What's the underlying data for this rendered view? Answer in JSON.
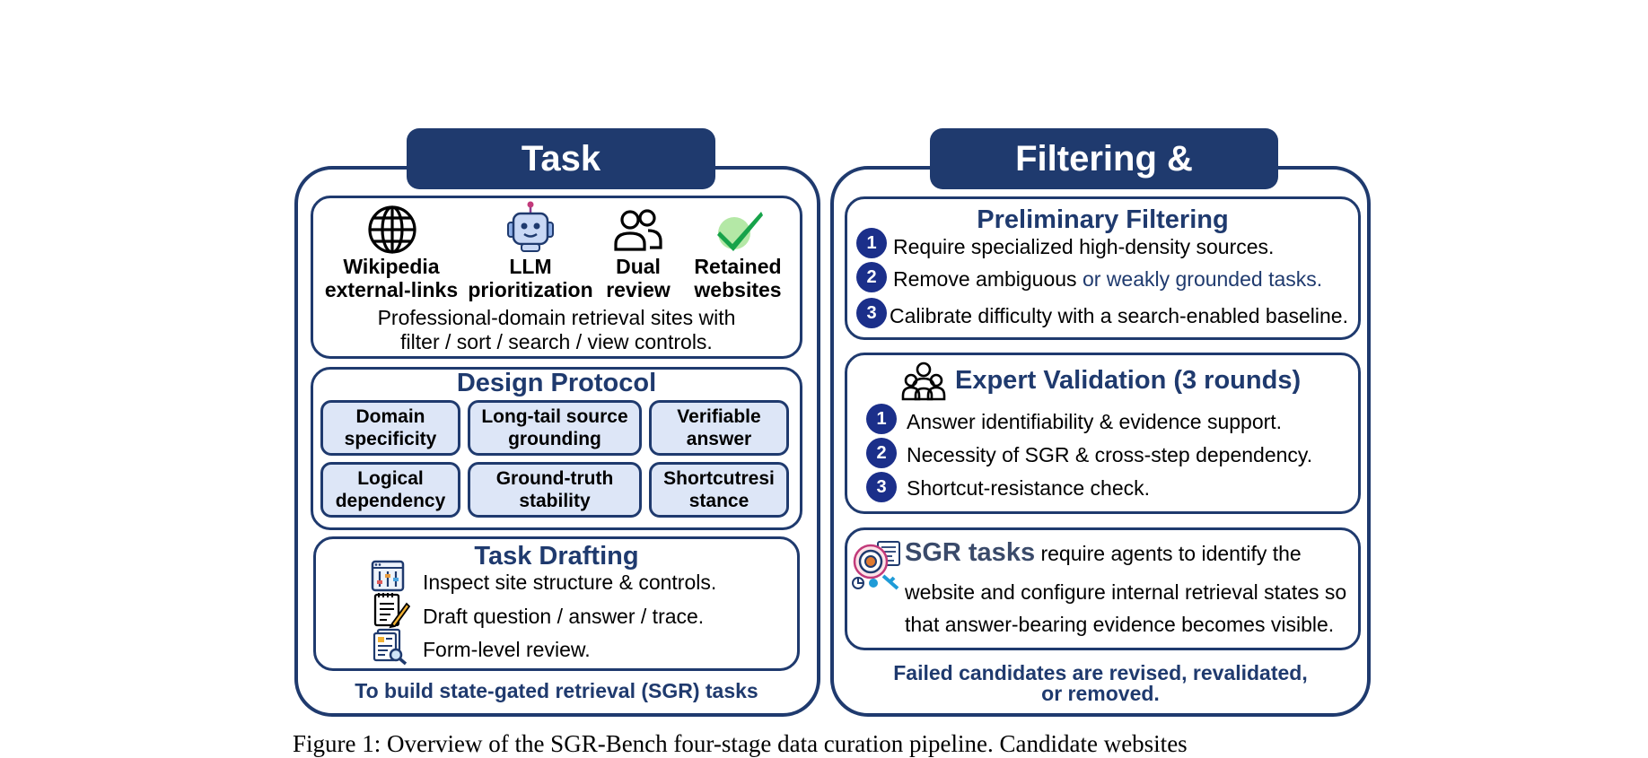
{
  "task_construction": {
    "title": "Task Construction",
    "sources": [
      {
        "icon": "globe-icon",
        "line1": "Wikipedia",
        "line2": "external-links"
      },
      {
        "icon": "robot-icon",
        "line1": "LLM",
        "line2": "prioritization"
      },
      {
        "icon": "people-icon",
        "line1": "Dual",
        "line2": "review"
      },
      {
        "icon": "checkmark-icon",
        "line1": "Retained",
        "line2": "websites"
      }
    ],
    "sources_desc_line1": "Professional-domain retrieval sites with",
    "sources_desc_line2": "filter / sort / search / view controls.",
    "design_protocol": {
      "title": "Design Protocol",
      "chips": [
        {
          "line1": "Domain",
          "line2": "specificity"
        },
        {
          "line1": "Long-tail source",
          "line2": "grounding"
        },
        {
          "line1": "Verifiable",
          "line2": "answer"
        },
        {
          "line1": "Logical",
          "line2": "dependency"
        },
        {
          "line1": "Ground-truth",
          "line2": "stability"
        },
        {
          "line1": "Shortcutresi",
          "line2": "stance"
        }
      ]
    },
    "task_drafting": {
      "title": "Task Drafting",
      "steps": [
        {
          "icon": "controls-panel-icon",
          "text": "Inspect site structure & controls."
        },
        {
          "icon": "notepad-pencil-icon",
          "text": "Draft question / answer / trace."
        },
        {
          "icon": "document-magnifier-icon",
          "text": "Form-level review."
        }
      ]
    },
    "footer": "To build state-gated retrieval (SGR) tasks"
  },
  "filtering_validation": {
    "title": "Filtering & Validation",
    "preliminary": {
      "title": "Preliminary Filtering",
      "items": [
        {
          "num": "1",
          "text": "Require specialized high-density sources.",
          "highlight": ""
        },
        {
          "num": "2",
          "text": "Remove ambiguous ",
          "highlight": "or weakly grounded tasks."
        },
        {
          "num": "3",
          "text": "Calibrate difficulty with a search-enabled baseline.",
          "highlight": ""
        }
      ]
    },
    "expert": {
      "title": "Expert Validation (3 rounds)",
      "items": [
        {
          "num": "1",
          "text": "Answer identifiability & evidence support."
        },
        {
          "num": "2",
          "text": "Necessity of SGR & cross-step dependency."
        },
        {
          "num": "3",
          "text": "Shortcut-resistance check."
        }
      ]
    },
    "sgr": {
      "lead": "SGR tasks",
      "line1": " require agents to identify the",
      "line2": "website and configure internal retrieval states so",
      "line3": "that answer-bearing evidence becomes visible."
    },
    "footer_line1": "Failed candidates are revised, revalidated,",
    "footer_line2": "or removed."
  },
  "caption": "Figure 1: Overview of the SGR-Bench four-stage data curation pipeline. Candidate websites",
  "colors": {
    "navy": "#1f3a6e",
    "chip": "#dde6f7",
    "badge": "#1b2f8a",
    "check": "#3aa845"
  }
}
